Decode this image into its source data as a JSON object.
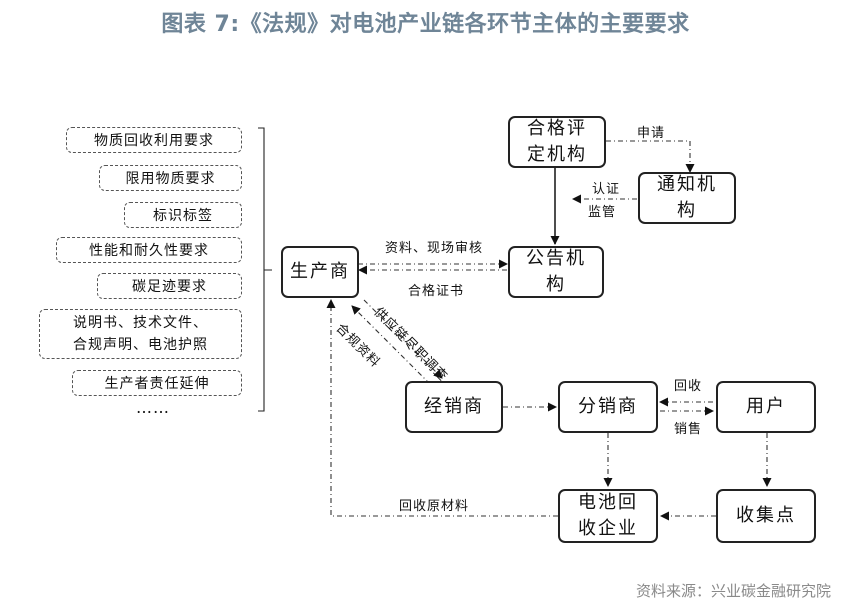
{
  "title": "图表 7:《法规》对电池产业链各环节主体的主要要求",
  "source": "资料来源：兴业碳金融研究院",
  "requirements": [
    "物质回收利用要求",
    "限用物质要求",
    "标识标签",
    "性能和耐久性要求",
    "碳足迹要求",
    [
      "说明书、技术文件、",
      "合规声明、电池护照"
    ],
    "生产者责任延伸"
  ],
  "ellipsis": "……",
  "nodes": {
    "cert_body": [
      "合格评",
      "定机构"
    ],
    "notified_body": [
      "通知机",
      "构"
    ],
    "producer": [
      "生产商"
    ],
    "announce_body": [
      "公告机",
      "构"
    ],
    "distributor": [
      "经销商"
    ],
    "reseller": [
      "分销商"
    ],
    "user": [
      "用户"
    ],
    "recycler": [
      "电池回",
      "收企业"
    ],
    "collection": [
      "收集点"
    ]
  },
  "edge_labels": {
    "apply": "申请",
    "certify": "认证",
    "supervise": "监管",
    "docs_audit": "资料、现场审核",
    "cert_doc": "合格证书",
    "supply_chain_dd": "供应链尽职调查",
    "compliance_docs": "合规资料",
    "recycle_back": "回收",
    "sell": "销售",
    "recycled_material": "回收原材料"
  }
}
